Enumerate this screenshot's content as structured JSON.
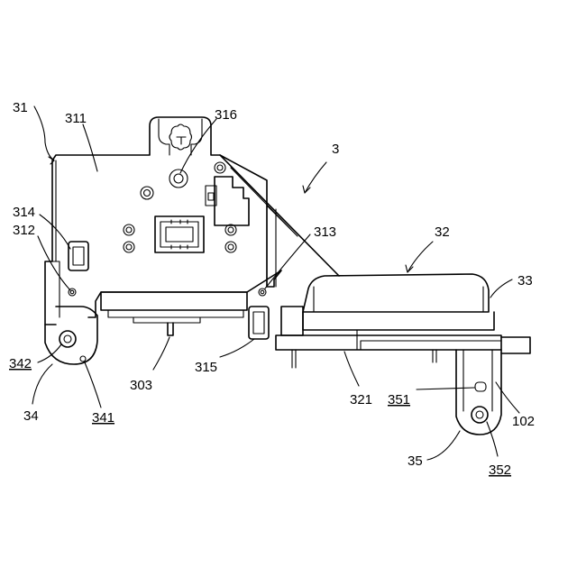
{
  "figure": {
    "labels": {
      "l31": "31",
      "l311": "311",
      "l316": "316",
      "l3": "3",
      "l314": "314",
      "l312": "312",
      "l313": "313",
      "l32": "32",
      "l33": "33",
      "l342": "342",
      "l34": "34",
      "l341": "341",
      "l303": "303",
      "l315": "315",
      "l321": "321",
      "l351": "351",
      "l102": "102",
      "l35": "35",
      "l352": "352"
    }
  }
}
